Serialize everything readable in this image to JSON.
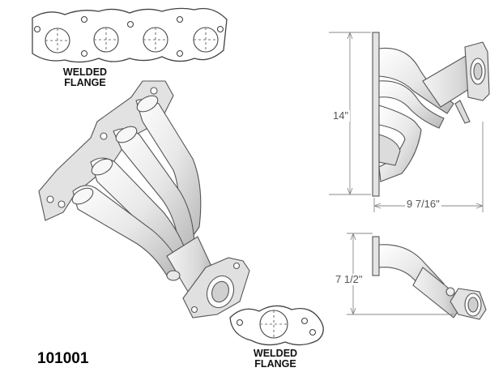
{
  "flange_label_top": {
    "line1": "WELDED",
    "line2": "FLANGE"
  },
  "flange_label_bottom": {
    "line1": "WELDED",
    "line2": "FLANGE"
  },
  "dimensions": {
    "height": "14\"",
    "width": "9 7/16\"",
    "side_height": "7 1/2\""
  },
  "part_number": "101001",
  "colors": {
    "line": "#444444",
    "dim_line": "#888888",
    "pipe_fill": "#e6e6e6",
    "pipe_dark": "#bdbdbd"
  }
}
